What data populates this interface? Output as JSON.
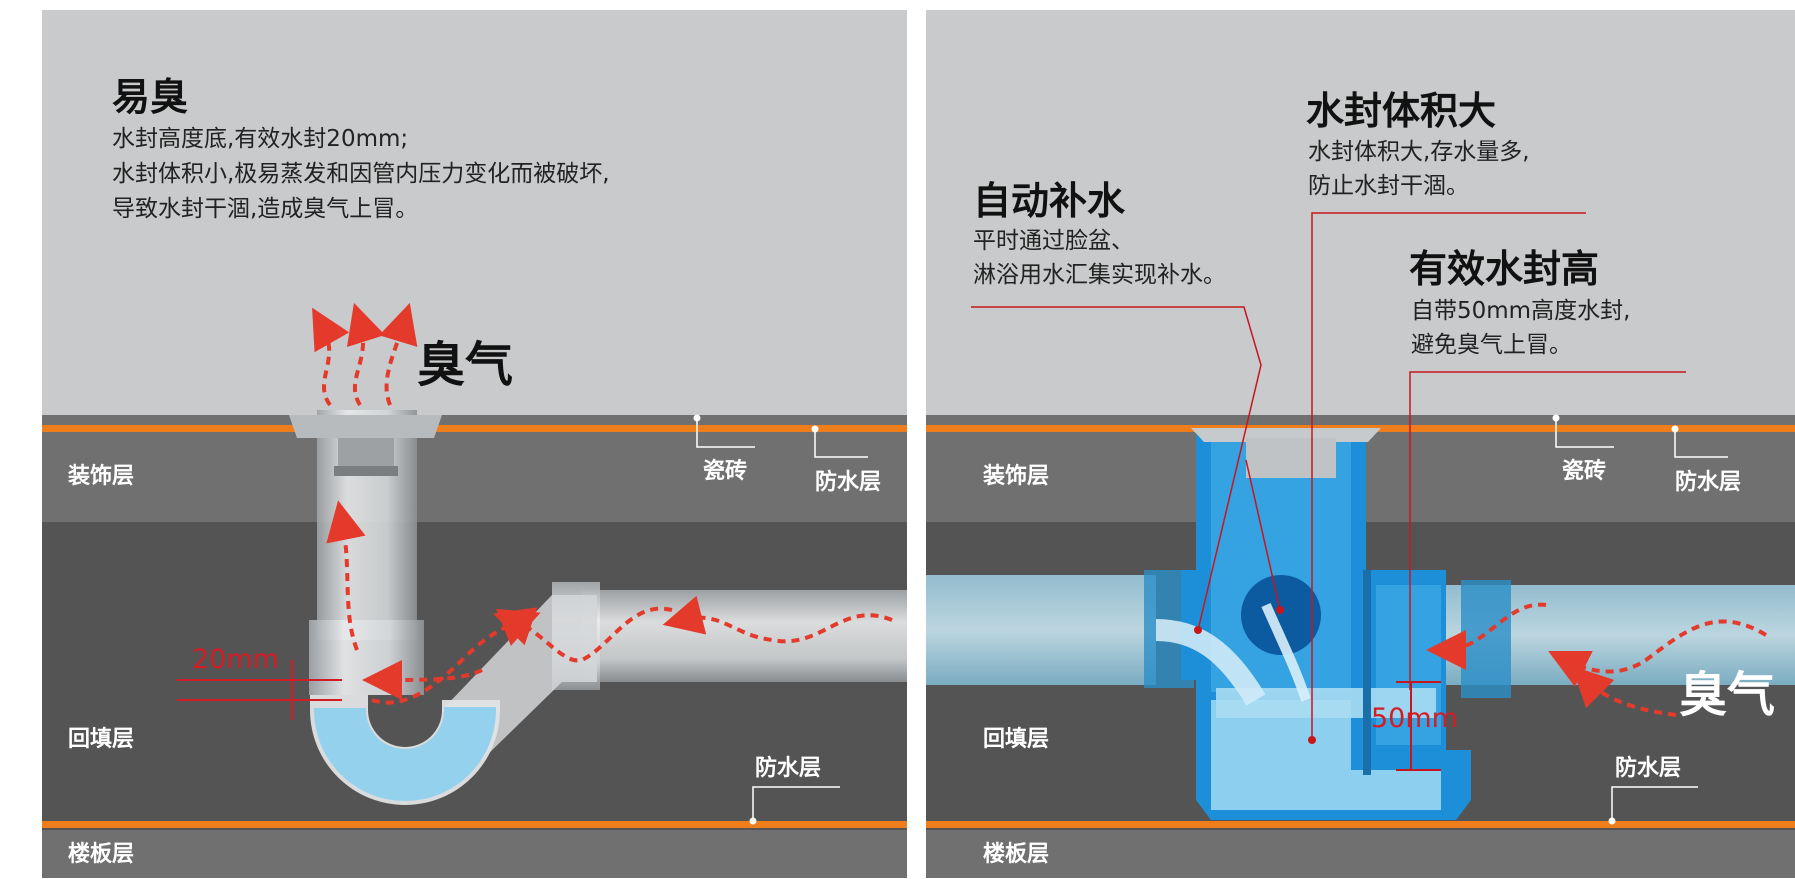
{
  "left": {
    "title": "易臭",
    "desc": [
      "水封高度底,有效水封20mm;",
      "水封体积小,极易蒸发和因管内压力变化而被破坏,",
      "导致水封干涸,造成臭气上冒。"
    ],
    "smell_label": "臭气",
    "dimension": "20mm",
    "layers": {
      "decor": "装饰层",
      "tile": "瓷砖",
      "waterproof_top": "防水层",
      "backfill": "回填层",
      "waterproof_bottom": "防水层",
      "slab": "楼板层"
    }
  },
  "right": {
    "callouts": [
      {
        "title": "自动补水",
        "lines": [
          "平时通过脸盆、",
          "淋浴用水汇集实现补水。"
        ]
      },
      {
        "title": "水封体积大",
        "lines": [
          "水封体积大,存水量多,",
          "防止水封干涸。"
        ]
      },
      {
        "title": "有效水封高",
        "lines": [
          "自带50mm高度水封,",
          "避免臭气上冒。"
        ]
      }
    ],
    "smell_label": "臭气",
    "dimension": "50mm",
    "layers": {
      "decor": "装饰层",
      "tile": "瓷砖",
      "waterproof_top": "防水层",
      "backfill": "回填层",
      "waterproof_bottom": "防水层",
      "slab": "楼板层"
    }
  },
  "colors": {
    "sky": "#c8cacb",
    "decor_layer": "#717070",
    "backfill_layer": "#545454",
    "waterproof_stripe": "#ee7d1c",
    "odor_arrow": "#e43a2c",
    "callout_line": "#c8161d",
    "drain_body": "#1d8fd8",
    "water": "#8ccfee"
  }
}
